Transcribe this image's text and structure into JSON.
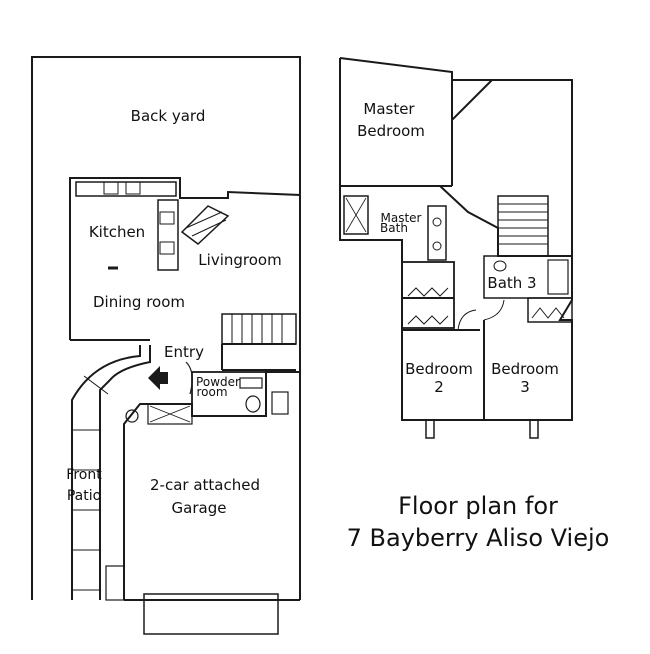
{
  "rooms": {
    "back_yard": "Back yard",
    "kitchen": "Kitchen",
    "living_room": "Livingroom",
    "dining_room": "Dining room",
    "entry": "Entry",
    "powder_room_line1": "Powder",
    "powder_room_line2": "room",
    "front_patio_line1": "Front",
    "front_patio_line2": "Patio",
    "garage_line1": "2-car attached",
    "garage_line2": "Garage",
    "master_bedroom_line1": "Master",
    "master_bedroom_line2": "Bedroom",
    "master_bath_line1": "Master",
    "master_bath_line2": "Bath",
    "bath3": "Bath 3",
    "bedroom2_line1": "Bedroom",
    "bedroom2_line2": "2",
    "bedroom3_line1": "Bedroom",
    "bedroom3_line2": "3"
  },
  "caption": {
    "line1": "Floor plan for",
    "line2": "7 Bayberry Aliso Viejo"
  },
  "colors": {
    "ink": "#1a1a1a",
    "paper": "#ffffff"
  }
}
